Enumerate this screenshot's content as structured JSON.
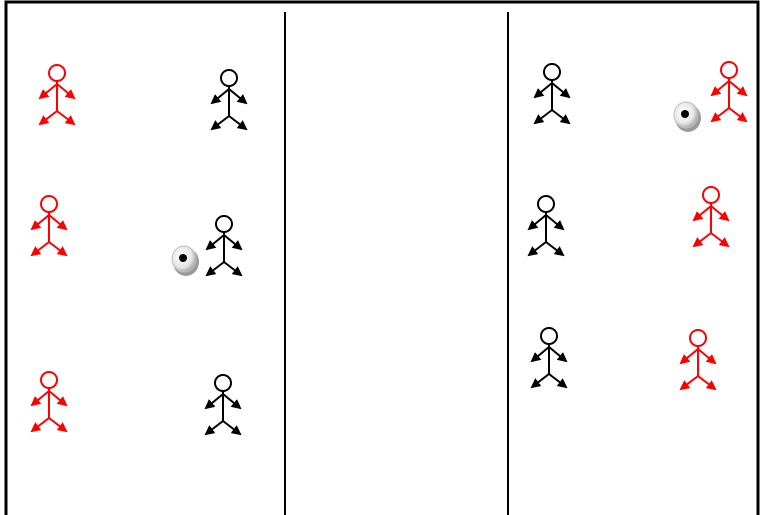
{
  "diagram": {
    "zones": [
      "left-zone",
      "middle-zone",
      "right-zone"
    ],
    "teams": [
      {
        "name": "red-team",
        "color": "#ff0000"
      },
      {
        "name": "black-team",
        "color": "#000000"
      }
    ],
    "players": [
      {
        "team": "red-team",
        "zone": "left-zone",
        "row": 1,
        "has_ball": false
      },
      {
        "team": "black-team",
        "zone": "left-zone",
        "row": 1,
        "has_ball": false
      },
      {
        "team": "red-team",
        "zone": "left-zone",
        "row": 2,
        "has_ball": false
      },
      {
        "team": "black-team",
        "zone": "left-zone",
        "row": 2,
        "has_ball": true
      },
      {
        "team": "red-team",
        "zone": "left-zone",
        "row": 3,
        "has_ball": false
      },
      {
        "team": "black-team",
        "zone": "left-zone",
        "row": 3,
        "has_ball": false
      },
      {
        "team": "black-team",
        "zone": "right-zone",
        "row": 1,
        "has_ball": false
      },
      {
        "team": "red-team",
        "zone": "right-zone",
        "row": 1,
        "has_ball": true
      },
      {
        "team": "black-team",
        "zone": "right-zone",
        "row": 2,
        "has_ball": false
      },
      {
        "team": "red-team",
        "zone": "right-zone",
        "row": 2,
        "has_ball": false
      },
      {
        "team": "black-team",
        "zone": "right-zone",
        "row": 3,
        "has_ball": false
      },
      {
        "team": "red-team",
        "zone": "right-zone",
        "row": 3,
        "has_ball": false
      }
    ],
    "balls": 2
  },
  "icons": {
    "player": "stick-figure-icon",
    "ball": "ball-icon"
  }
}
